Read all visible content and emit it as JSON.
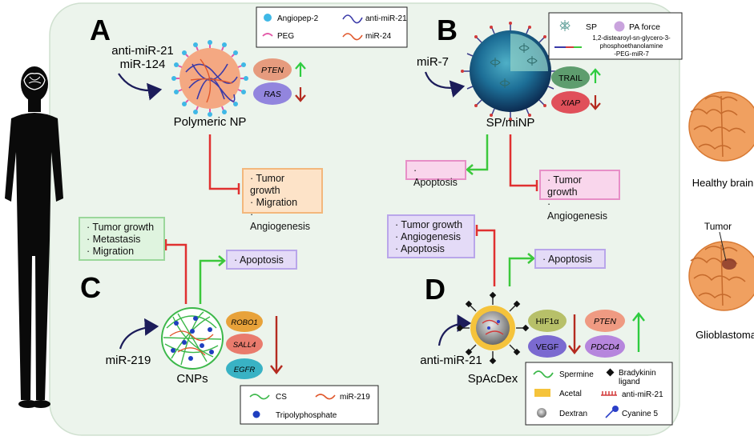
{
  "panels": {
    "A": {
      "letter": "A",
      "mirna": [
        "anti-miR-21",
        "miR-124"
      ],
      "carrier": "Polymeric NP",
      "genes_up": [
        "PTEN"
      ],
      "genes_down": [
        "RAS"
      ],
      "inhibited": [
        "· Tumor growth",
        "· Migration",
        "· Angiogenesis"
      ],
      "legend": {
        "angiopep": "Angiopep-2",
        "antimir": "anti-miR-21",
        "peg": "PEG",
        "mir24": "miR-24"
      }
    },
    "B": {
      "letter": "B",
      "mirna": [
        "miR-7"
      ],
      "carrier": "SP/miNP",
      "genes_up": [
        "TRAIL"
      ],
      "genes_down": [
        "XIAP"
      ],
      "promoted": [
        "· Apoptosis"
      ],
      "inhibited": [
        "· Tumor growth",
        "· Angiogenesis"
      ],
      "legend": {
        "sp": "SP",
        "pa": "PA force",
        "lipid": [
          "1,2-distearoyl-sn-glycero-3-",
          "phosphoethanolamine",
          "-PEG-miR-7"
        ]
      }
    },
    "C": {
      "letter": "C",
      "mirna": [
        "miR-219"
      ],
      "carrier": "CNPs",
      "genes_down": [
        "ROBO1",
        "SALL4",
        "EGFR"
      ],
      "promoted": [
        "· Apoptosis"
      ],
      "inhibited": [
        "· Tumor growth",
        "· Metastasis",
        "· Migration"
      ],
      "legend": {
        "cs": "CS",
        "mir219": "miR-219",
        "tpp": "Tripolyphosphate"
      }
    },
    "D": {
      "letter": "D",
      "mirna": [
        "anti-miR-21"
      ],
      "carrier": "SpAcDex",
      "genes_down": [
        "HIF1α",
        "VEGF"
      ],
      "genes_up": [
        "PTEN",
        "PDCD4"
      ],
      "promoted": [
        "· Apoptosis"
      ],
      "inhibited": [
        "· Tumor growth",
        "· Angiogenesis",
        "· Apoptosis"
      ],
      "legend": {
        "spermine": "Spermine",
        "bradykinin": [
          "Bradykinin",
          "ligand"
        ],
        "acetal": "Acetal",
        "antimir": "anti-miR-21",
        "dextran": "Dextran",
        "cy5": "Cyanine 5"
      }
    }
  },
  "brains": {
    "healthy": "Healthy brain",
    "tumor_label": "Tumor",
    "gbm": "Glioblastoma"
  },
  "colors": {
    "panel_bg": "#ecf4ec",
    "up_arrow": "#2ecc40",
    "down_arrow": "#b42a1f",
    "inhibit": "#e03030",
    "promote": "#3cc83c",
    "brain": "#f0a060"
  }
}
